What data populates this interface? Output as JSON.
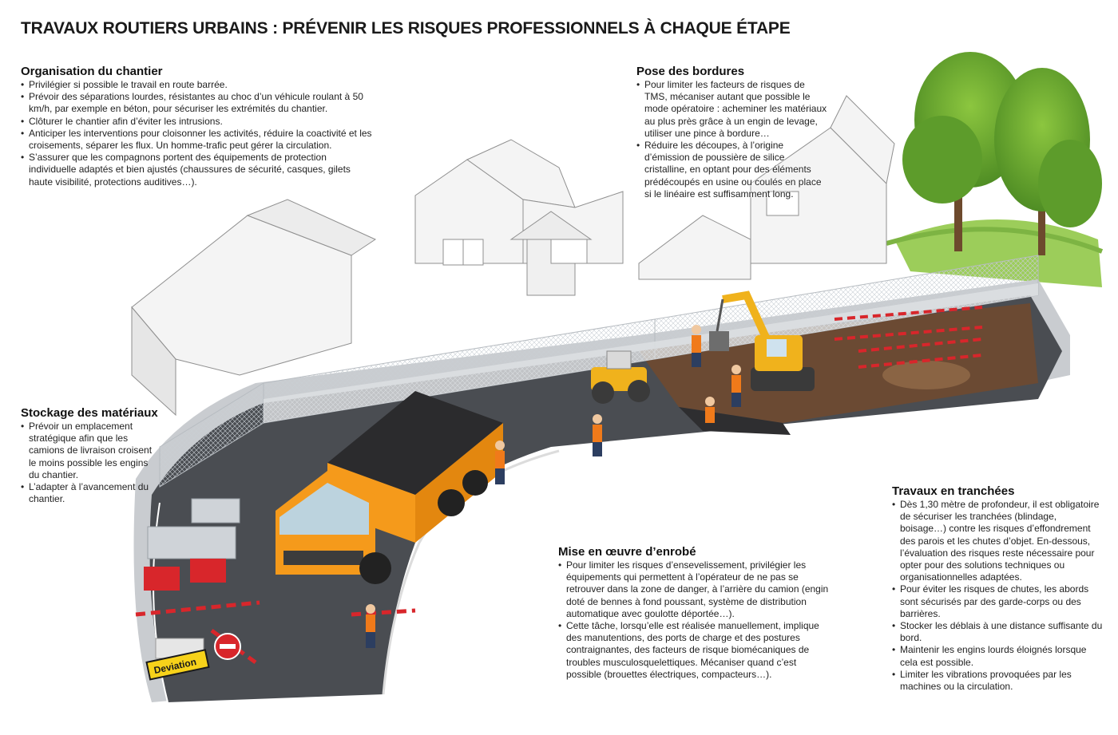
{
  "title": "TRAVAUX ROUTIERS URBAINS : PRÉVENIR LES RISQUES PROFESSIONNELS À CHAQUE ÉTAPE",
  "sections": {
    "organisation": {
      "heading": "Organisation du chantier",
      "items": [
        "Privilégier si possible le travail en route barrée.",
        "Prévoir des séparations lourdes, résistantes au choc d’un véhicule roulant à 50 km/h, par exemple en béton, pour sécuriser les extrémités du chantier.",
        "Clôturer le chantier afin d’éviter les intrusions.",
        "Anticiper les interventions pour cloisonner les activités, réduire la coactivité et les croisements, séparer les flux. Un homme-trafic peut gérer la circulation.",
        "S’assurer que les compagnons portent des équipements de protection individuelle adaptés et bien ajustés (chaussures de sécurité, casques, gilets haute visibilité, protections auditives…)."
      ]
    },
    "bordures": {
      "heading": "Pose des bordures",
      "items": [
        "Pour limiter les facteurs de risques de TMS, mécaniser autant que possible le mode opératoire : acheminer les matériaux au plus près grâce à un engin de levage, utiliser une pince à bordure…",
        "Réduire les découpes, à l’origine d’émission de poussière de silice cristalline, en optant pour des éléments prédécoupés en usine ou coulés en place si le linéaire est suffisamment long."
      ]
    },
    "stockage": {
      "heading": "Stockage des matériaux",
      "items": [
        "Prévoir un emplacement stratégique afin que les camions de livraison croisent le moins possible les engins du chantier.",
        "L’adapter à l’avancement du chantier."
      ]
    },
    "enrobe": {
      "heading": "Mise en œuvre d’enrobé",
      "items": [
        "Pour limiter les risques d’ensevelissement, privilégier les équipements qui permettent à l’opérateur de ne pas se retrouver dans la zone de danger, à l’arrière du camion (engin doté de bennes à fond poussant, système de distribution automatique avec goulotte déportée…).",
        "Cette tâche, lorsqu’elle est réalisée manuellement, implique des manutentions, des ports de charge et des postures contraignantes, des facteurs de risque biomécaniques de troubles musculosquelettiques. Mécaniser quand c’est possible (brouettes électriques, compacteurs…)."
      ]
    },
    "tranchees": {
      "heading": "Travaux en tranchées",
      "items": [
        "Dès 1,30 mètre de profondeur, il est obligatoire de sécuriser les tranchées (blindage, boisage…) contre les risques d’effondrement des parois et les chutes d’objet. En-dessous, l’évaluation des risques reste nécessaire pour opter pour des solutions techniques ou organisationnelles adaptées.",
        "Pour éviter les risques de chutes, les abords sont sécurisés par des garde-corps ou des barrières.",
        "Stocker les déblais à une distance suffisante du bord.",
        "Maintenir les engins lourds éloignés lorsque cela est possible.",
        "Limiter les vibrations provoquées par les machines ou la circulation."
      ]
    }
  },
  "sign_text": "Deviation",
  "colors": {
    "road": "#4a4d52",
    "road_edge": "#3a3c40",
    "earth": "#6b4a33",
    "machine_yellow": "#f0b21c",
    "truck_orange": "#f59a1b",
    "barrier_red": "#d8262b",
    "tree_green": "#6aa832",
    "hi_vis": "#f07a1a"
  }
}
